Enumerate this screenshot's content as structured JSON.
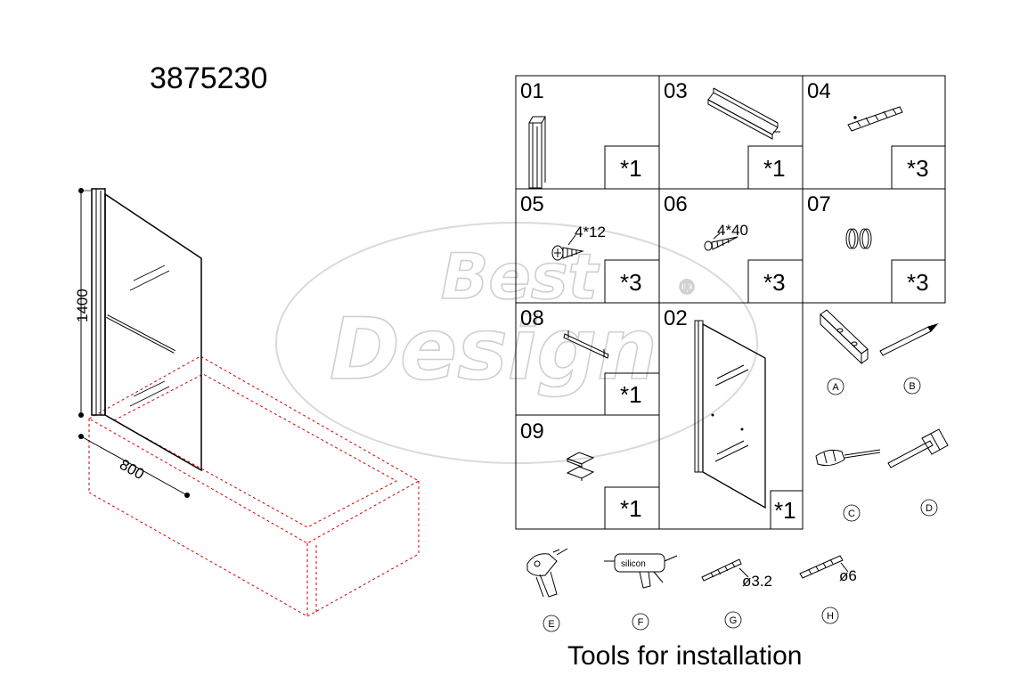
{
  "model_number": "3875230",
  "watermark": {
    "line1": "Best",
    "line2": "Design",
    "mark": "®"
  },
  "dimensions": {
    "height": "1400",
    "width": "800"
  },
  "parts": [
    {
      "code": "01",
      "qty": "*1"
    },
    {
      "code": "03",
      "qty": "*1"
    },
    {
      "code": "04",
      "qty": "*3"
    },
    {
      "code": "05",
      "qty": "*3",
      "spec": "4*12"
    },
    {
      "code": "06",
      "qty": "*3",
      "spec": "4*40"
    },
    {
      "code": "07",
      "qty": "*3"
    },
    {
      "code": "08",
      "qty": "*1"
    },
    {
      "code": "09",
      "qty": "*1"
    },
    {
      "code": "02",
      "qty": "*1"
    }
  ],
  "tools": [
    {
      "letter": "A"
    },
    {
      "letter": "B"
    },
    {
      "letter": "C"
    },
    {
      "letter": "D"
    },
    {
      "letter": "E"
    },
    {
      "letter": "F",
      "text": "silicon"
    },
    {
      "letter": "G",
      "spec": "ø3.2"
    },
    {
      "letter": "H",
      "spec": "ø6"
    }
  ],
  "tools_caption": "Tools for installation"
}
